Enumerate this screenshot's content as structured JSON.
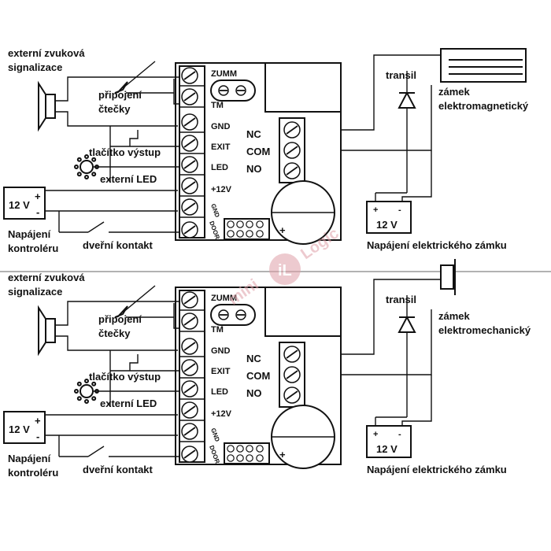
{
  "watermark": {
    "text_left": "mini",
    "text_mid": "iL",
    "text_right": "Logic",
    "color": "#e0a0a8"
  },
  "terminals": [
    "ZUMM",
    "TM",
    "GND",
    "EXIT",
    "LED",
    "+12V",
    "GND",
    "DOOR"
  ],
  "relay_labels": [
    "NC",
    "COM",
    "NO"
  ],
  "colors": {
    "line": "#111111",
    "background": "#ffffff"
  },
  "top": {
    "siren_label": [
      "externí zvuková",
      "signalizace"
    ],
    "reader_label": [
      "připojení",
      "čtečky"
    ],
    "button_label": "tlačítko výstup",
    "led_label": "externí LED",
    "psu_label": "12 V",
    "controller_psu_label": [
      "Napájení",
      "kontroléru"
    ],
    "door_contact_label": "dveřní kontakt",
    "transil_label": "transil",
    "lock_label": [
      "zámek",
      "elektromagnetický"
    ],
    "lock_psu_label": "12 V",
    "lock_psu_caption": "Napájení elektrického zámku"
  },
  "bottom": {
    "siren_label": [
      "externí zvuková",
      "signalizace"
    ],
    "reader_label": [
      "připojení",
      "čtečky"
    ],
    "button_label": "tlačítko výstup",
    "led_label": "externí LED",
    "psu_label": "12 V",
    "controller_psu_label": [
      "Napájení",
      "kontroléru"
    ],
    "door_contact_label": "dveřní kontakt",
    "transil_label": "transil",
    "lock_label": [
      "zámek",
      "elektromechanický"
    ],
    "lock_psu_label": "12 V",
    "lock_psu_caption": "Napájení elektrického zámku"
  }
}
